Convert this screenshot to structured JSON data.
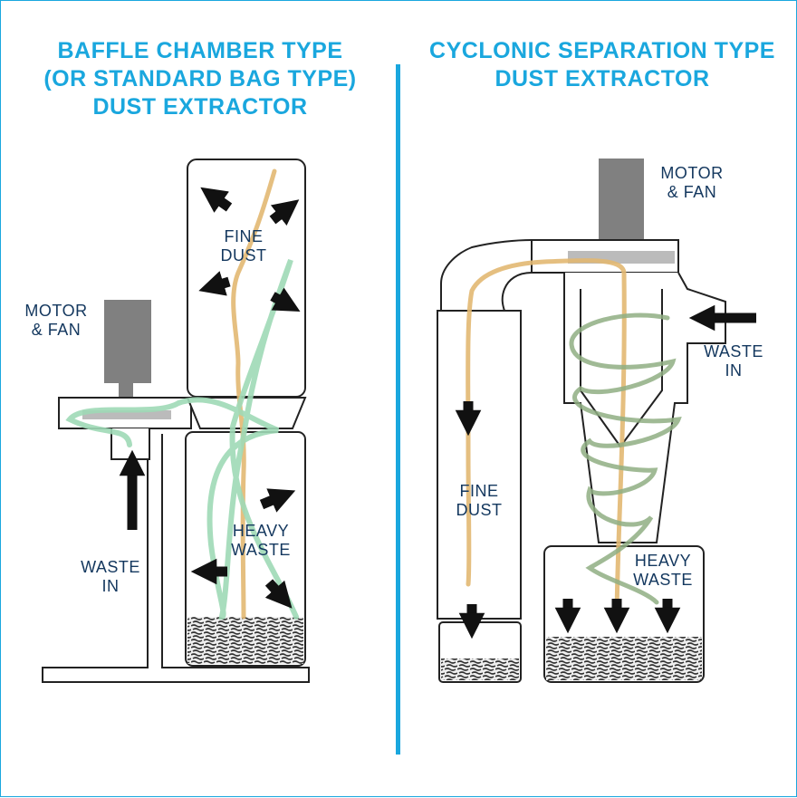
{
  "left": {
    "title_lines": [
      "BAFFLE CHAMBER TYPE",
      "(OR STANDARD BAG TYPE)",
      "DUST EXTRACTOR"
    ],
    "labels": {
      "motor_fan": [
        "MOTOR",
        "& FAN"
      ],
      "fine_dust": [
        "FINE",
        "DUST"
      ],
      "heavy_waste": [
        "HEAVY",
        "WASTE"
      ],
      "waste_in": [
        "WASTE",
        "IN"
      ]
    }
  },
  "right": {
    "title_lines": [
      "CYCLONIC SEPARATION TYPE",
      "DUST EXTRACTOR"
    ],
    "labels": {
      "motor_fan": [
        "MOTOR",
        "& FAN"
      ],
      "waste_in": [
        "WASTE",
        "IN"
      ],
      "fine_dust": [
        "FINE",
        "DUST"
      ],
      "heavy_waste": [
        "HEAVY",
        "WASTE"
      ]
    }
  },
  "colors": {
    "title": "#1aa7de",
    "label": "#13375e",
    "outline": "#222222",
    "motor": "#808080",
    "fine_dust_path": "#e2b872",
    "waste_path_left": "#9fd9b6",
    "waste_path_right": "#8fae82",
    "debris": "#3a3a3a"
  }
}
